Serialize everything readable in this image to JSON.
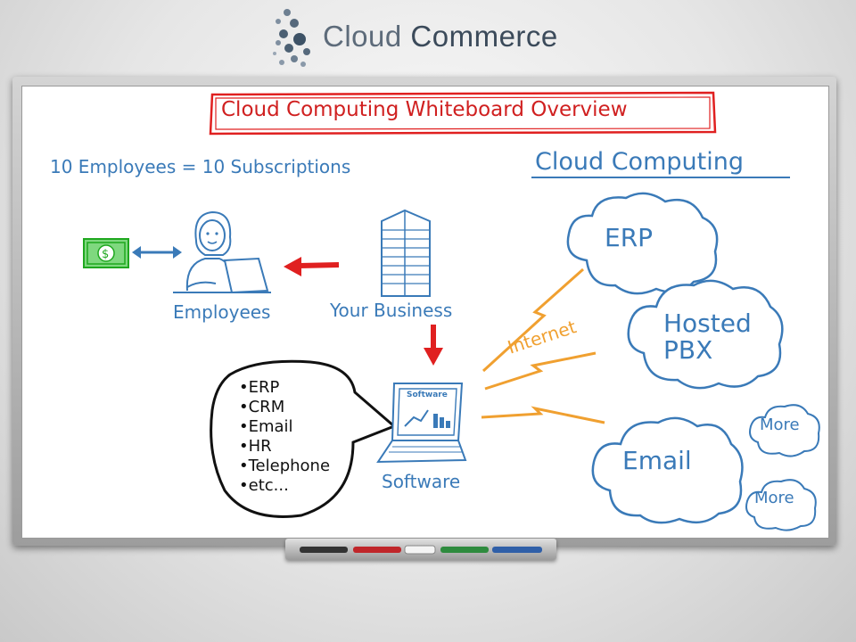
{
  "brand": {
    "name_part1": "Cloud",
    "name_part2": "Commerce",
    "dot_color": "#3d5266"
  },
  "board": {
    "title": "Cloud Computing Whiteboard Overview",
    "subscriptions_note": "10 Employees = 10 Subscriptions",
    "cloud_heading": "Cloud Computing",
    "labels": {
      "employees": "Employees",
      "your_business": "Your Business",
      "software": "Software",
      "internet": "Internet",
      "laptop_screen": "Software"
    },
    "software_list": [
      "•ERP",
      "•CRM",
      "•Email",
      "•HR",
      "•Telephone",
      "•etc..."
    ],
    "clouds": {
      "erp": "ERP",
      "hosted_line1": "Hosted",
      "hosted_line2": "PBX",
      "email": "Email",
      "more_1": "More",
      "more_2": "More"
    },
    "icons": {
      "money": "dollar-bill-icon",
      "person": "employee-at-laptop-icon",
      "building": "office-building-icon",
      "laptop": "laptop-icon"
    }
  },
  "colors": {
    "blue_ink": "#3a7ab8",
    "red_ink": "#e02020",
    "orange_ink": "#f0a030",
    "green_ink": "#1fa81f"
  }
}
